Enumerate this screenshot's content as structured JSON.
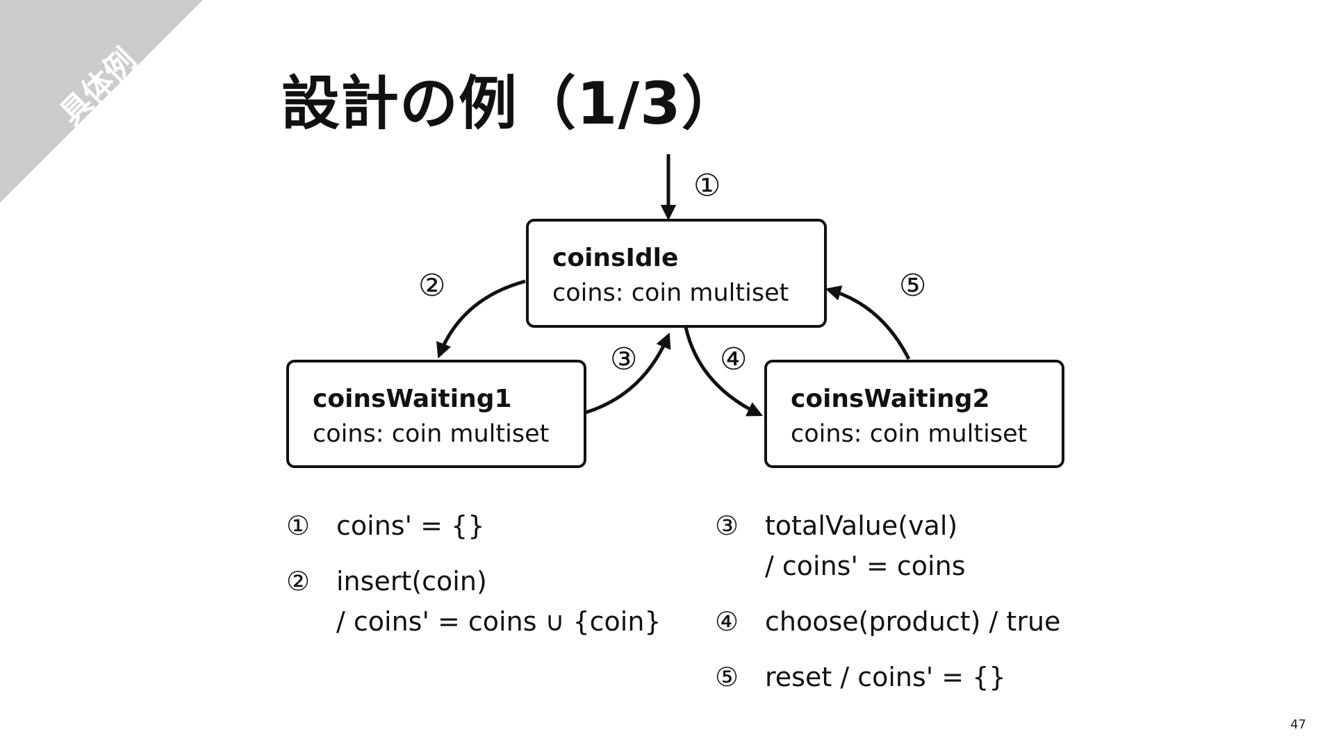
{
  "corner_tag": "具体例",
  "title": "設計の例（1/3）",
  "colors": {
    "corner_banner": "#cccccc",
    "ink": "#111111",
    "background": "#ffffff"
  },
  "states": [
    {
      "name": "coinsIdle",
      "attribute": "coins: coin multiset"
    },
    {
      "name": "coinsWaiting1",
      "attribute": "coins: coin multiset"
    },
    {
      "name": "coinsWaiting2",
      "attribute": "coins: coin multiset"
    }
  ],
  "transitions": [
    {
      "label": "①",
      "from": "initial",
      "to": "coinsIdle"
    },
    {
      "label": "②",
      "from": "coinsIdle",
      "to": "coinsWaiting1"
    },
    {
      "label": "③",
      "from": "coinsWaiting1",
      "to": "coinsIdle"
    },
    {
      "label": "④",
      "from": "coinsIdle",
      "to": "coinsWaiting2"
    },
    {
      "label": "⑤",
      "from": "coinsWaiting2",
      "to": "coinsIdle"
    }
  ],
  "legend_left": [
    {
      "num": "①",
      "text": "coins' = {}"
    },
    {
      "num": "②",
      "text": "insert(coin)\n/ coins' = coins ∪ {coin}"
    }
  ],
  "legend_right": [
    {
      "num": "③",
      "text": "totalValue(val)\n/ coins' = coins"
    },
    {
      "num": "④",
      "text": "choose(product) / true"
    },
    {
      "num": "⑤",
      "text": "reset / coins' = {}"
    }
  ],
  "page_number": "47"
}
